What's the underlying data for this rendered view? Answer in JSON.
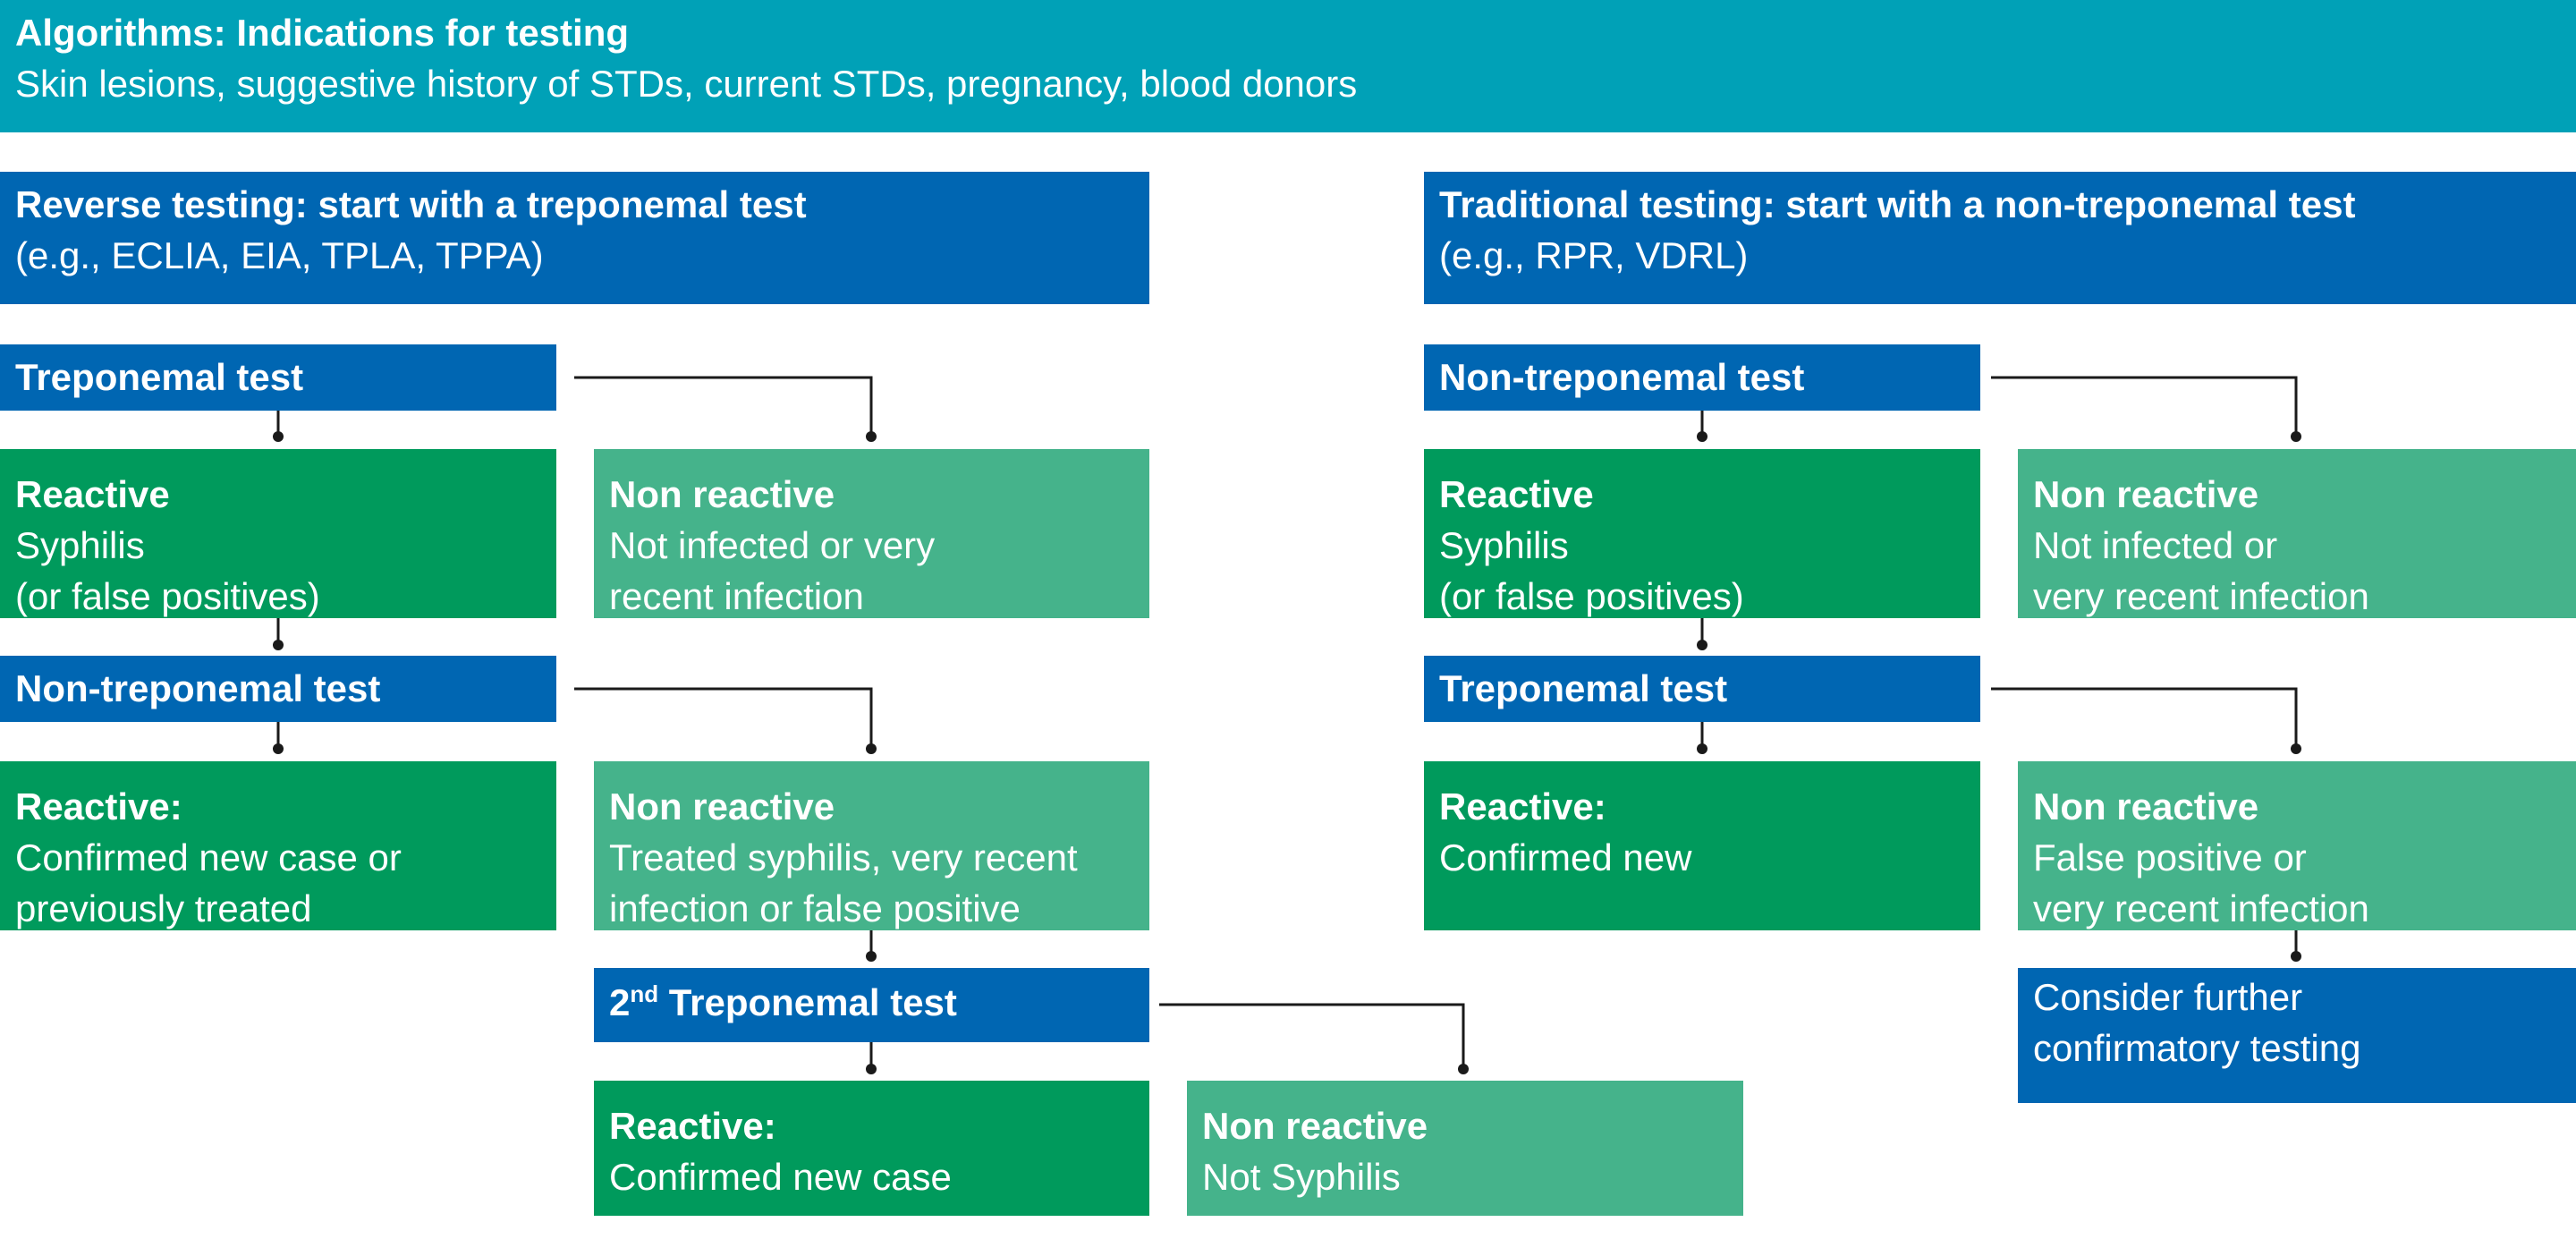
{
  "header": {
    "title": "Algorithms: Indications for testing",
    "subtitle": "Skin lesions, suggestive history of STDs, current STDs, pregnancy, blood donors"
  },
  "reverse": {
    "heading": {
      "title": "Reverse testing: start with a treponemal test",
      "subtitle": "(e.g., ECLIA, EIA, TPLA, TPPA)"
    },
    "step1": {
      "title": "Treponemal test"
    },
    "step1_reactive": {
      "title": "Reactive",
      "lines": [
        "Syphilis",
        "(or false positives)"
      ]
    },
    "step1_nonreactive": {
      "title": "Non reactive",
      "lines": [
        "Not infected or very",
        "recent infection"
      ]
    },
    "step2": {
      "title": "Non-treponemal test"
    },
    "step2_reactive": {
      "title": "Reactive:",
      "lines": [
        "Confirmed new case or",
        "previously treated"
      ]
    },
    "step2_nonreactive": {
      "title": "Non reactive",
      "lines": [
        "Treated syphilis, very recent",
        "infection or false positive"
      ]
    },
    "step3": {
      "ordinal": "2",
      "sup": "nd",
      "title": "Treponemal test"
    },
    "step3_reactive": {
      "title": "Reactive:",
      "lines": [
        "Confirmed new case"
      ]
    },
    "step3_nonreactive": {
      "title": "Non reactive",
      "lines": [
        "Not Syphilis"
      ]
    }
  },
  "traditional": {
    "heading": {
      "title": "Traditional testing: start with a non-treponemal test",
      "subtitle": "(e.g., RPR, VDRL)"
    },
    "step1": {
      "title": "Non-treponemal test"
    },
    "step1_reactive": {
      "title": "Reactive",
      "lines": [
        "Syphilis",
        "(or false positives)"
      ]
    },
    "step1_nonreactive": {
      "title": "Non reactive",
      "lines": [
        "Not infected or",
        "very recent infection"
      ]
    },
    "step2": {
      "title": "Treponemal test"
    },
    "step2_reactive": {
      "title": "Reactive:",
      "lines": [
        "Confirmed new"
      ]
    },
    "step2_nonreactive": {
      "title": "Non reactive",
      "lines": [
        "False positive or",
        "very recent infection"
      ]
    },
    "step3": {
      "lines": [
        "Consider further",
        "confirmatory testing"
      ]
    }
  },
  "colors": {
    "header": "#00a1b7",
    "test_box": "#0066b2",
    "reactive_box": "#009a5c",
    "nonreactive_box": "#45b38b",
    "connector": "#1a1a1a"
  }
}
